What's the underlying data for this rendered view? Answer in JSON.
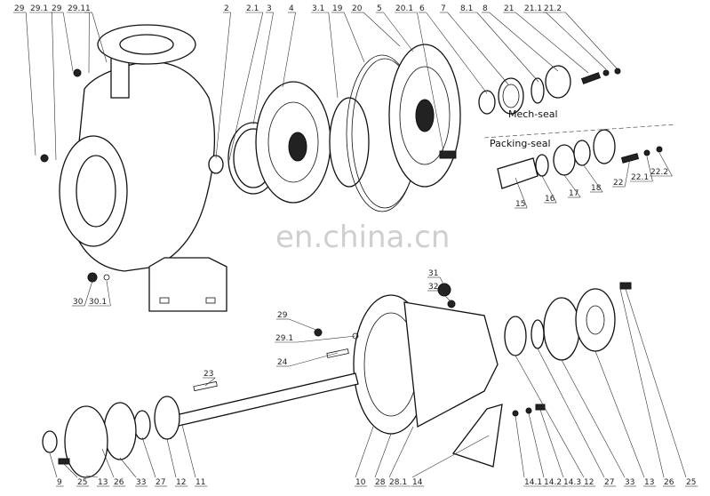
{
  "diagram": {
    "title_watermark": "en.china.cn",
    "captions": {
      "mech_seal": "Mech-seal",
      "packing_seal": "Packing-seal"
    },
    "top_labels": [
      "29",
      "29.1",
      "29",
      "29.1",
      "1",
      "2",
      "2.1",
      "3",
      "4",
      "3.1",
      "19",
      "20",
      "5",
      "20.1",
      "6",
      "7",
      "8.1",
      "8",
      "21",
      "21.1",
      "21.2"
    ],
    "seal_labels": [
      "15",
      "16",
      "17",
      "18",
      "22",
      "22.1",
      "22.2"
    ],
    "casing_labels": [
      "30",
      "30.1"
    ],
    "middle_labels": [
      "31",
      "32",
      "29",
      "29.1",
      "24",
      "23"
    ],
    "bottom_left_labels": [
      "9",
      "25",
      "13",
      "26",
      "33",
      "27",
      "12",
      "11"
    ],
    "bottom_right_labels": [
      "10",
      "28",
      "28.1",
      "14",
      "14.1",
      "14.2",
      "14.3",
      "12",
      "27",
      "33",
      "13",
      "26",
      "25"
    ]
  }
}
